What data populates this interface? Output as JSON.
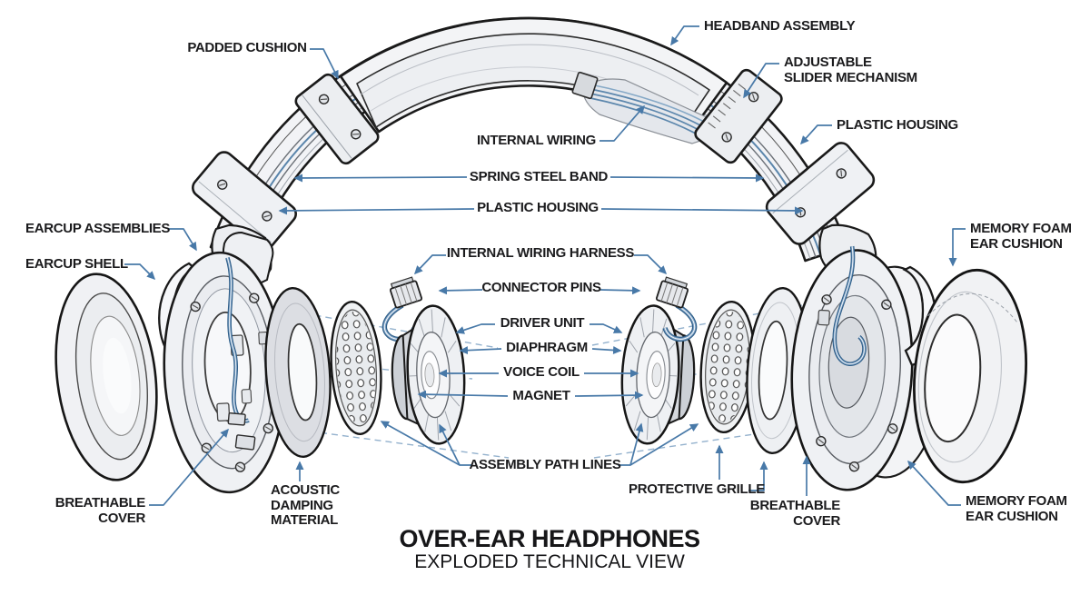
{
  "title": {
    "heading": "OVER-EAR HEADPHONES",
    "subheading": "EXPLODED TECHNICAL VIEW"
  },
  "colors": {
    "leader_blue": "#4879a8",
    "wire_blue": "#4d7fa8",
    "ink": "#1b1b1d",
    "background": "#ffffff"
  },
  "labels": {
    "padded_cushion": "PADDED CUSHION",
    "headband_assembly": "HEADBAND ASSEMBLY",
    "adjustable_slider": {
      "line1": "ADJUSTABLE",
      "line2": "SLIDER MECHANISM"
    },
    "plastic_housing_right": "PLASTIC HOUSING",
    "internal_wiring": "INTERNAL WIRING",
    "spring_steel_band": "SPRING STEEL BAND",
    "plastic_housing_center": "PLASTIC HOUSING",
    "earcup_assemblies": "EARCUP ASSEMBLIES",
    "earcup_shell": "EARCUP SHELL",
    "internal_wiring_harness": "INTERNAL WIRING HARNESS",
    "connector_pins": "CONNECTOR PINS",
    "driver_unit": "DRIVER UNIT",
    "diaphragm": "DIAPHRAGM",
    "voice_coil": "VOICE COIL",
    "magnet": "MAGNET",
    "memory_foam_ear_cushion_top": {
      "line1": "MEMORY FOAM",
      "line2": "EAR CUSHION"
    },
    "assembly_path_lines": "ASSEMBLY PATH LINES",
    "protective_grille": "PROTECTIVE GRILLE",
    "breathable_cover_left": {
      "line1": "BREATHABLE",
      "line2": "COVER"
    },
    "acoustic_damping_material": {
      "line1": "ACOUSTIC",
      "line2": "DAMPING",
      "line3": "MATERIAL"
    },
    "breathable_cover_right": {
      "line1": "BREATHABLE",
      "line2": "COVER"
    },
    "memory_foam_ear_cushion_bottom": {
      "line1": "MEMORY FOAM",
      "line2": "EAR CUSHION"
    }
  }
}
